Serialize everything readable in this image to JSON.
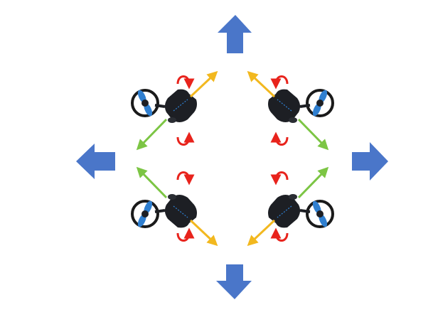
{
  "colors": {
    "direction_arrow": "#4a76c9",
    "rotation_arrow": "#e8231c",
    "force_arrow_yellow": "#f2b81f",
    "force_arrow_green": "#7cc544",
    "thruster_body": "#1d1f24",
    "propeller_blade": "#2f7fd0",
    "ring": "#1a1a1a"
  },
  "directions": [
    "up",
    "down",
    "left",
    "right"
  ],
  "thruster_units": [
    {
      "id": "top-left",
      "mirror": false,
      "flip": false
    },
    {
      "id": "top-right",
      "mirror": true,
      "flip": false
    },
    {
      "id": "bottom-left",
      "mirror": false,
      "flip": true
    },
    {
      "id": "bottom-right",
      "mirror": true,
      "flip": true
    }
  ],
  "icons": {
    "direction": "block-arrow-icon",
    "rotation": "curved-rotation-arrow-icon",
    "force": "force-vector-arrow-icon",
    "propeller": "propeller-icon",
    "thruster": "thruster-body-icon"
  }
}
